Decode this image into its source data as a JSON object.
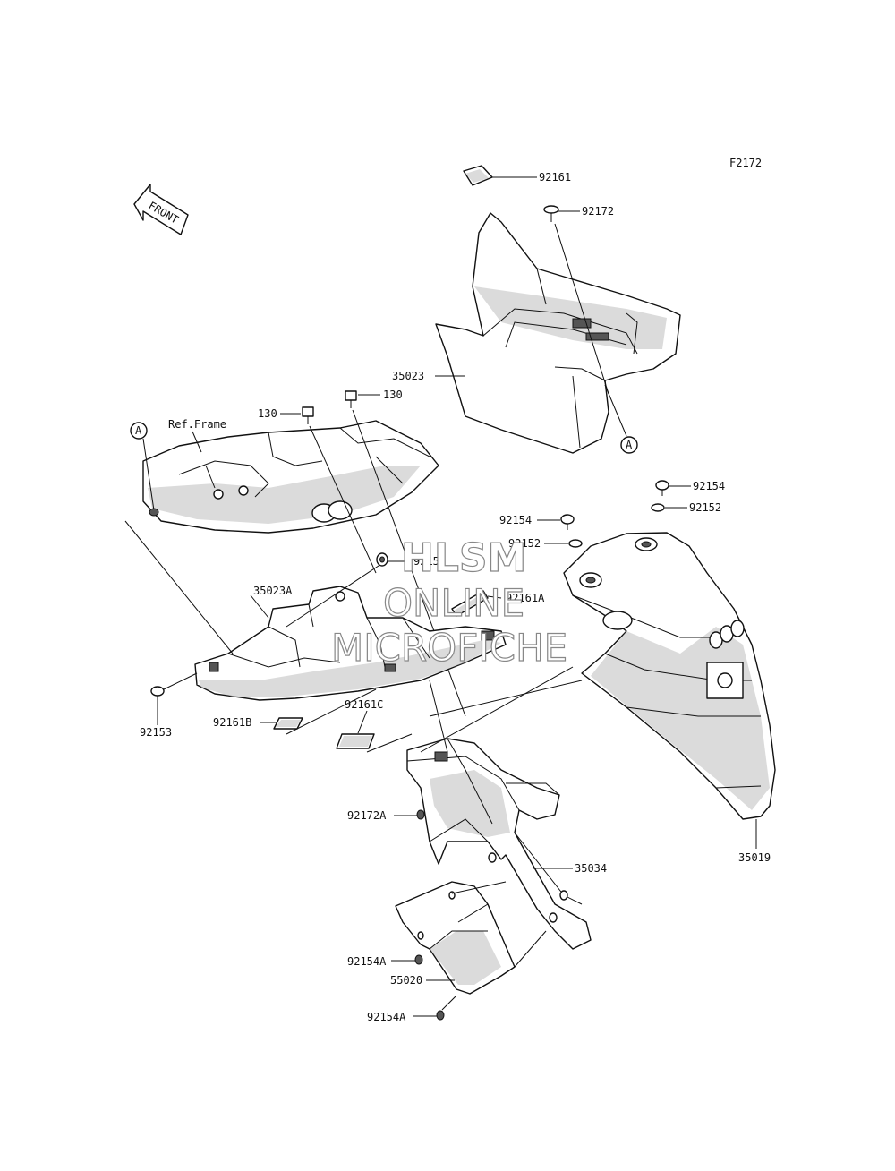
{
  "diagram": {
    "figure_code": "F2172",
    "front_label": "FRONT",
    "ref_frame_label": "Ref.Frame",
    "callout_letter": "A",
    "parts": [
      {
        "id": "p_92161",
        "label": "92161"
      },
      {
        "id": "p_92172",
        "label": "92172"
      },
      {
        "id": "p_35023",
        "label": "35023"
      },
      {
        "id": "p_130_a",
        "label": "130"
      },
      {
        "id": "p_130_b",
        "label": "130"
      },
      {
        "id": "p_92154_a",
        "label": "92154"
      },
      {
        "id": "p_92152_a",
        "label": "92152"
      },
      {
        "id": "p_92154_b",
        "label": "92154"
      },
      {
        "id": "p_92152_b",
        "label": "92152"
      },
      {
        "id": "p_92153_a",
        "label": "92153"
      },
      {
        "id": "p_35023A",
        "label": "35023A"
      },
      {
        "id": "p_92161A",
        "label": "92161A"
      },
      {
        "id": "p_92153_b",
        "label": "92153"
      },
      {
        "id": "p_92161B",
        "label": "92161B"
      },
      {
        "id": "p_92161C",
        "label": "92161C"
      },
      {
        "id": "p_92172A",
        "label": "92172A"
      },
      {
        "id": "p_35034",
        "label": "35034"
      },
      {
        "id": "p_35019",
        "label": "35019"
      },
      {
        "id": "p_92154A_a",
        "label": "92154A"
      },
      {
        "id": "p_55020",
        "label": "55020"
      },
      {
        "id": "p_92154A_b",
        "label": "92154A"
      }
    ]
  },
  "watermark": {
    "line1": "HLSM",
    "line2": "ONLINE",
    "line3": "MICROFICHE"
  }
}
